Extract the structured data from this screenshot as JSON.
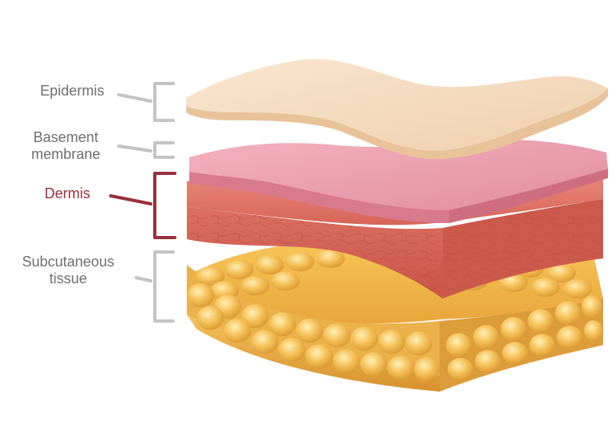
{
  "labels": {
    "epidermis": "Epidermis",
    "basement_membrane": "Basement\nmembrane",
    "dermis": "Dermis",
    "subcutaneous_tissue": "Subcutaneous\ntissue"
  },
  "colors": {
    "label_text": "#6f6f6f",
    "highlight": "#9b2f3d",
    "bracket_gray": "#c4c4c4",
    "epidermis": "#f6dcc0",
    "basement_membrane": "#ec9bab",
    "dermis": "#dc6e62",
    "subcutaneous": "#f2b84a"
  },
  "highlighted_layer": "dermis"
}
